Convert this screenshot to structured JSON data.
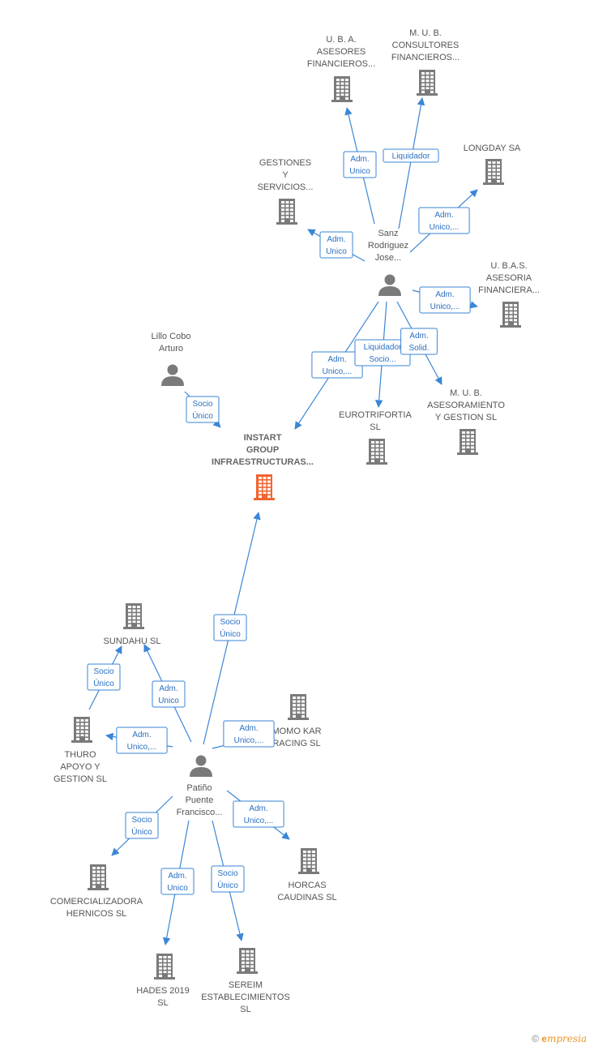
{
  "colors": {
    "edge": "#3a86d6",
    "edge_text": "#2a6fc2",
    "node": "#7a7a7a",
    "center_node": "#f26430",
    "label": "#555555"
  },
  "nodes": [
    {
      "id": "n_uba",
      "type": "company",
      "icon": "building-icon",
      "lines": [
        "U.  B.  A.",
        "ASESORES",
        "FINANCIEROS..."
      ]
    },
    {
      "id": "n_mub_cons",
      "type": "company",
      "icon": "building-icon",
      "lines": [
        "M.  U.  B.",
        "CONSULTORES",
        "FINANCIEROS..."
      ]
    },
    {
      "id": "n_longday",
      "type": "company",
      "icon": "building-icon",
      "lines": [
        "LONGDAY SA"
      ]
    },
    {
      "id": "n_gestiones",
      "type": "company",
      "icon": "building-icon",
      "lines": [
        "GESTIONES",
        "Y",
        "SERVICIOS..."
      ]
    },
    {
      "id": "n_sanz",
      "type": "person",
      "icon": "person-icon",
      "lines": [
        "Sanz",
        "Rodriguez",
        "Jose..."
      ]
    },
    {
      "id": "n_ubas",
      "type": "company",
      "icon": "building-icon",
      "lines": [
        "U. B.A.S.",
        "ASESORIA",
        "FINANCIERA..."
      ]
    },
    {
      "id": "n_lillo",
      "type": "person",
      "icon": "person-icon",
      "lines": [
        "Lillo Cobo",
        "Arturo"
      ]
    },
    {
      "id": "n_instart",
      "type": "center",
      "icon": "building-icon",
      "lines": [
        "INSTART",
        "GROUP",
        "INFRAESTRUCTURAS..."
      ]
    },
    {
      "id": "n_eurotri",
      "type": "company",
      "icon": "building-icon",
      "lines": [
        "EUROTRIFORTIA",
        "SL"
      ]
    },
    {
      "id": "n_mub_ases",
      "type": "company",
      "icon": "building-icon",
      "lines": [
        "M.  U.  B.",
        "ASESORAMIENTO",
        "Y GESTION  SL"
      ]
    },
    {
      "id": "n_sundahu",
      "type": "company",
      "icon": "building-icon",
      "lines": [
        "SUNDAHU  SL"
      ]
    },
    {
      "id": "n_momo",
      "type": "company",
      "icon": "building-icon",
      "lines": [
        "MOMO KAR",
        "RACING  SL"
      ]
    },
    {
      "id": "n_thuro",
      "type": "company",
      "icon": "building-icon",
      "lines": [
        "THURO",
        "APOYO Y",
        "GESTION  SL"
      ]
    },
    {
      "id": "n_patino",
      "type": "person",
      "icon": "person-icon",
      "lines": [
        "Patiño",
        "Puente",
        "Francisco..."
      ]
    },
    {
      "id": "n_comerc",
      "type": "company",
      "icon": "building-icon",
      "lines": [
        "COMERCIALIZADORA",
        "HERNICOS  SL"
      ]
    },
    {
      "id": "n_horcas",
      "type": "company",
      "icon": "building-icon",
      "lines": [
        "HORCAS",
        "CAUDINAS  SL"
      ]
    },
    {
      "id": "n_hades",
      "type": "company",
      "icon": "building-icon",
      "lines": [
        "HADES 2019",
        "SL"
      ]
    },
    {
      "id": "n_sereim",
      "type": "company",
      "icon": "building-icon",
      "lines": [
        "SEREIM",
        "ESTABLECIMIENTOS",
        "SL"
      ]
    }
  ],
  "edges": [
    {
      "from": "n_sanz",
      "to": "n_uba",
      "label": [
        "Adm.",
        "Unico"
      ]
    },
    {
      "from": "n_sanz",
      "to": "n_mub_cons",
      "label": [
        "Liquidador"
      ]
    },
    {
      "from": "n_sanz",
      "to": "n_longday",
      "label": [
        "Adm.",
        "Unico,..."
      ]
    },
    {
      "from": "n_sanz",
      "to": "n_gestiones",
      "label": [
        "Adm.",
        "Unico"
      ]
    },
    {
      "from": "n_sanz",
      "to": "n_ubas",
      "label": [
        "Adm.",
        "Unico,..."
      ]
    },
    {
      "from": "n_sanz",
      "to": "n_instart",
      "label": [
        "Adm.",
        "Unico,..."
      ]
    },
    {
      "from": "n_sanz",
      "to": "n_eurotri",
      "label": [
        "Liquidador",
        "Socio..."
      ]
    },
    {
      "from": "n_sanz",
      "to": "n_mub_ases",
      "label": [
        "Adm.",
        "Solid."
      ]
    },
    {
      "from": "n_lillo",
      "to": "n_instart",
      "label": [
        "Socio",
        "Único"
      ]
    },
    {
      "from": "n_patino",
      "to": "n_instart",
      "label": [
        "Socio",
        "Único"
      ]
    },
    {
      "from": "n_patino",
      "to": "n_sundahu",
      "label": [
        "Adm.",
        "Unico"
      ]
    },
    {
      "from": "n_thuro",
      "to": "n_sundahu",
      "label": [
        "Socio",
        "Único"
      ]
    },
    {
      "from": "n_patino",
      "to": "n_thuro",
      "label": [
        "Adm.",
        "Unico,..."
      ]
    },
    {
      "from": "n_patino",
      "to": "n_momo",
      "label": [
        "Adm.",
        "Unico,..."
      ]
    },
    {
      "from": "n_patino",
      "to": "n_comerc",
      "label": [
        "Socio",
        "Único"
      ]
    },
    {
      "from": "n_patino",
      "to": "n_horcas",
      "label": [
        "Adm.",
        "Unico,..."
      ]
    },
    {
      "from": "n_patino",
      "to": "n_hades",
      "label": [
        "Adm.",
        "Unico"
      ]
    },
    {
      "from": "n_patino",
      "to": "n_sereim",
      "label": [
        "Socio",
        "Único"
      ]
    }
  ],
  "footer": {
    "copyright": "©",
    "brand_initial": "e",
    "brand_rest": "mpresia"
  }
}
